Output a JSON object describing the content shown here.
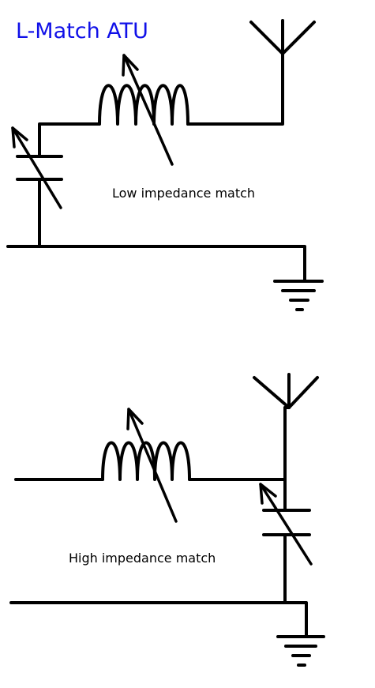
{
  "title": "L-Match ATU",
  "colors": {
    "title": "#1010e8",
    "lines": "#000000",
    "background": "#ffffff"
  },
  "circuits": [
    {
      "label": "Low impedance match",
      "components": [
        "variable-capacitor-shunt-input",
        "variable-inductor-series",
        "antenna",
        "ground"
      ]
    },
    {
      "label": "High impedance match",
      "components": [
        "variable-inductor-series",
        "variable-capacitor-shunt-output",
        "antenna",
        "ground"
      ]
    }
  ]
}
